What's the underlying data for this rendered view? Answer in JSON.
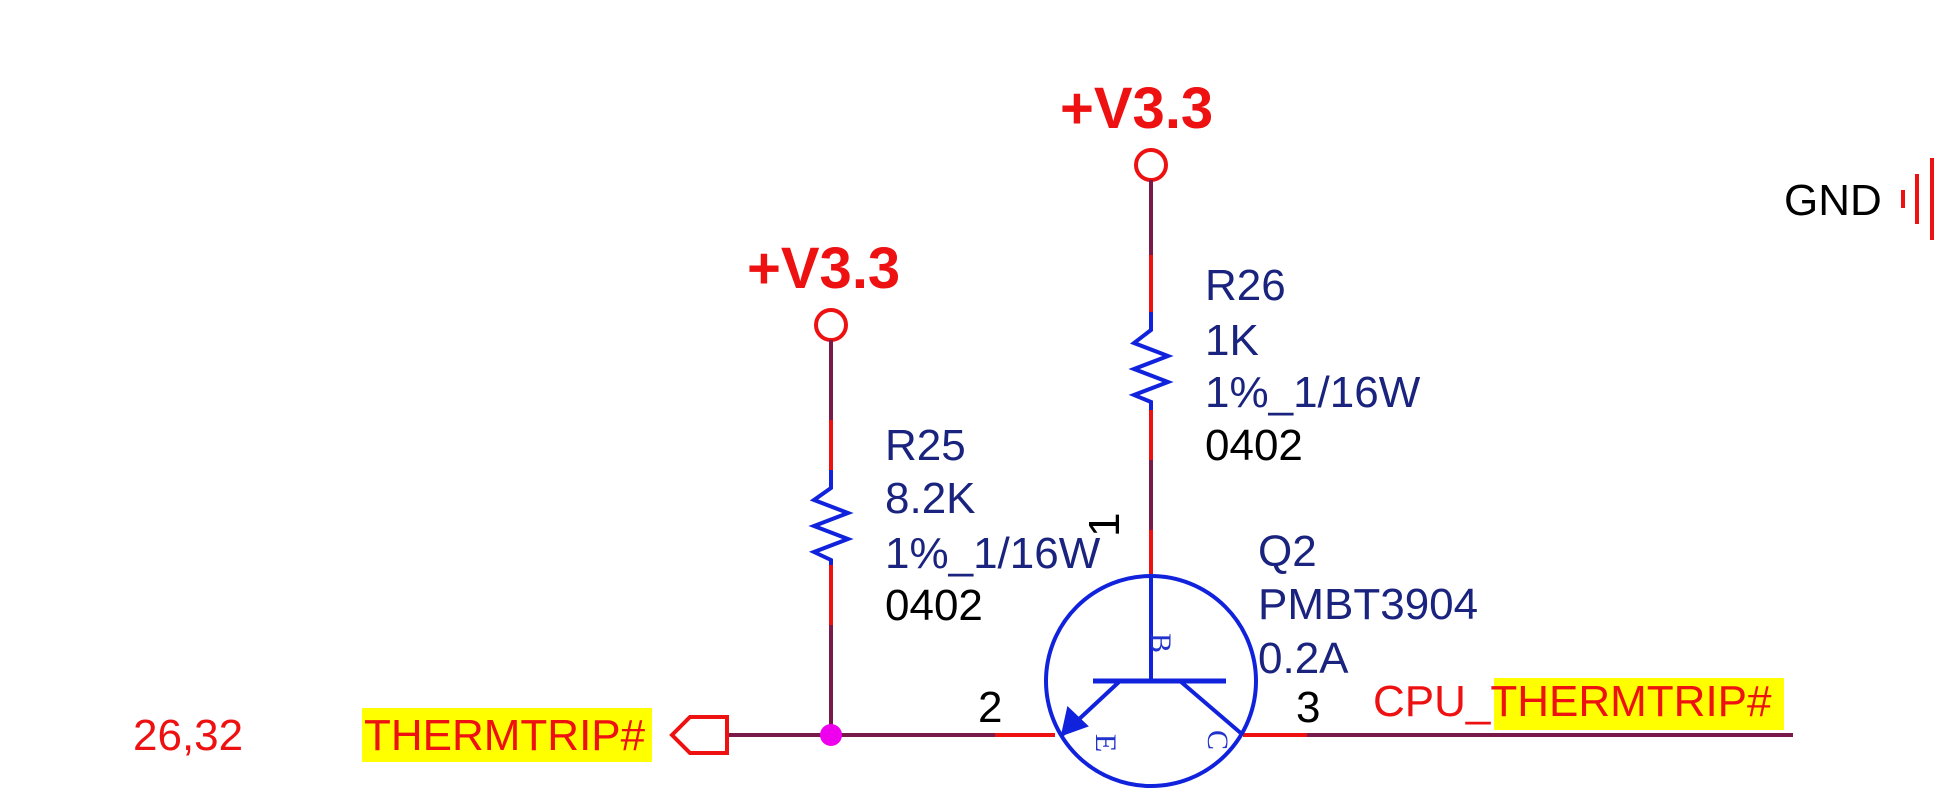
{
  "power": {
    "left_rail": "+V3.3",
    "top_rail": "+V3.3",
    "ground": "GND"
  },
  "r25": {
    "ref": "R25",
    "value": "8.2K",
    "tolerance_power": "1%_1/16W",
    "package": "0402",
    "pin1": "1"
  },
  "r26": {
    "ref": "R26",
    "value": "1K",
    "tolerance_power": "1%_1/16W",
    "package": "0402"
  },
  "q2": {
    "ref": "Q2",
    "part": "PMBT3904",
    "rating": "0.2A",
    "base_label": "B",
    "emitter_label": "E",
    "collector_label": "C",
    "emitter_pin": "2",
    "collector_pin": "3"
  },
  "nets": {
    "page_ref": "26,32",
    "input_net": "THERMTRIP#",
    "output_prefix": "CPU_",
    "output_net": "THERMTRIP#"
  },
  "colors": {
    "wire": "#7a1a4a",
    "wire_accent": "#ee1111",
    "component": "#1122dd",
    "junction": "#ee00ee",
    "highlight": "#ffff00",
    "power": "#ee1111"
  }
}
